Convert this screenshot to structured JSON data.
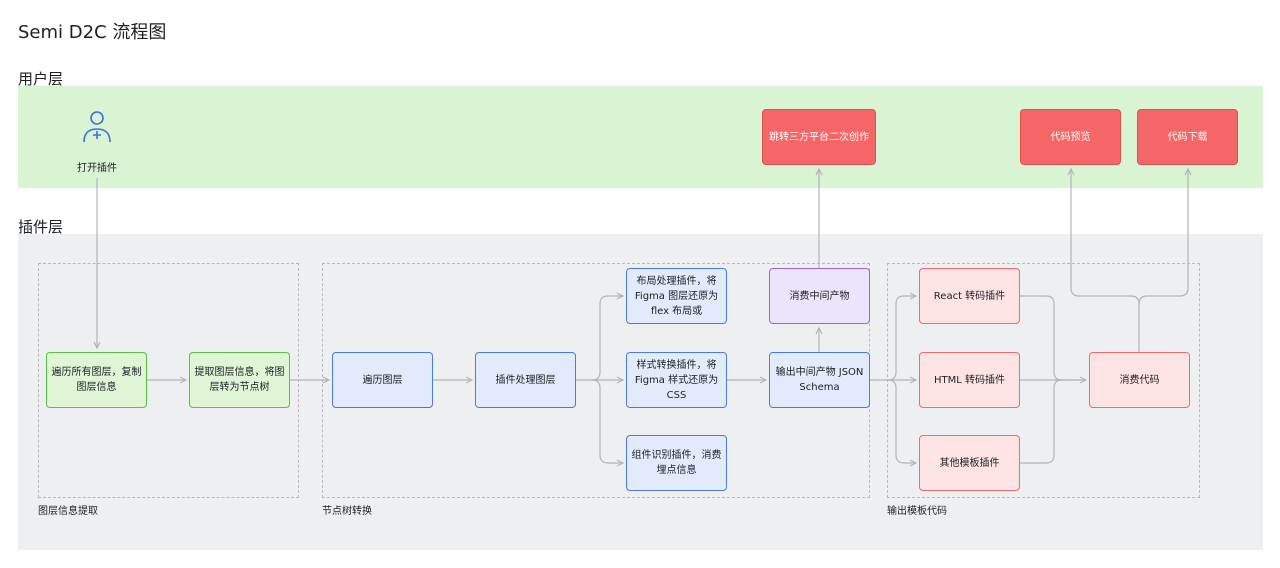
{
  "title": "Semi D2C 流程图",
  "lanes": {
    "user": "用户层",
    "plugin": "插件层"
  },
  "colors": {
    "user_lane": "#d8f4d3",
    "plugin_lane": "#eeeff1",
    "wire": "#b3b5b8"
  },
  "user_actor": {
    "icon": "user-add-icon",
    "label": "打开插件"
  },
  "groups": {
    "extract": "图层信息提取",
    "transform": "节点树转换",
    "output": "输出模板代码"
  },
  "nodes": {
    "traverse_copy": "遍历所有图层，复制图层信息",
    "extract_info": "提取图层信息，将图层转为节点树",
    "traverse": "遍历图层",
    "plugin_process": "插件处理图层",
    "layout_plugin": "布局处理插件，将 Figma 图层还原为 flex 布局或",
    "style_plugin": "样式转换插件，将 Figma 样式还原为 CSS",
    "component_plugin": "组件识别插件，消费埋点信息",
    "output_json": "输出中间产物 JSON Schema",
    "consume_artifact": "消费中间产物",
    "jump_platform": "跳转三方平台二次创作",
    "react_plugin": "React 转码插件",
    "html_plugin": "HTML 转码插件",
    "other_plugin": "其他模板插件",
    "consume_code": "消费代码",
    "code_preview": "代码预览",
    "code_download": "代码下载"
  }
}
